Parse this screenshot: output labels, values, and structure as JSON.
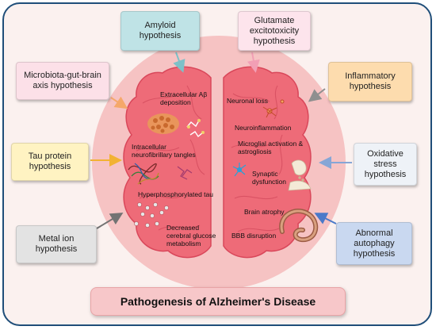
{
  "title": "Pathogenesis of Alzheimer's Disease",
  "hypotheses": {
    "amyloid": "Amyloid hypothesis",
    "glutamate": "Glutamate excitotoxicity hypothesis",
    "microbiota": "Microbiota-gut-brain axis hypothesis",
    "inflammatory": "Inflammatory hypothesis",
    "tau": "Tau protein hypothesis",
    "oxidative": "Oxidative stress hypothesis",
    "metal": "Metal ion hypothesis",
    "autophagy": "Abnormal autophagy hypothesis"
  },
  "left_labels": {
    "abeta_line1": "Extracellular Aβ",
    "abeta_line2": "deposition",
    "nft_line1": "Intracellular",
    "nft_line2": "neurofibrillary tangles",
    "tau": "Hyperphosphorylated tau",
    "glucose_line1": "Decreased",
    "glucose_line2": "cerebral glucose",
    "glucose_line3": "metabolism"
  },
  "right_labels": {
    "neuronal_loss": "Neuronal loss",
    "neuroinflammation": "Neuroinflammation",
    "microglial_line1": "Microglial activation &",
    "microglial_line2": "astrogliosis",
    "synaptic_line1": "Synaptic",
    "synaptic_line2": "dysfunction",
    "atrophy": "Brain atrophy",
    "bbb": "BBB disruption"
  },
  "colors": {
    "halo": "#f6c3c3",
    "brain": "#ee6b78",
    "brain_outline": "#d9475a",
    "amyloid_box": "#bfe3e6",
    "glutamate_box": "#fde4ec",
    "microbiota_box": "#fce0e8",
    "inflammatory_box": "#fddcae",
    "tau_box": "#fff3c2",
    "oxidative_box": "#eef2f7",
    "metal_box": "#e3e3e3",
    "autophagy_box": "#c9d8f0",
    "arrow_teal": "#7dc1c8",
    "arrow_pink": "#f29fb5",
    "arrow_orange": "#f5a86a",
    "arrow_gray": "#8f8f8f",
    "arrow_yellow": "#f2b233",
    "arrow_blue": "#86a6d6",
    "arrow_dark": "#737373",
    "arrow_navy": "#4a79c9"
  },
  "icons": [
    "amyloid-plaque-icon",
    "tau-protein-icon",
    "neurofibrillary-tangle-icon",
    "glucose-dots-icon",
    "neuron-icon",
    "microglia-icon",
    "synapse-icon",
    "intestine-icon"
  ]
}
